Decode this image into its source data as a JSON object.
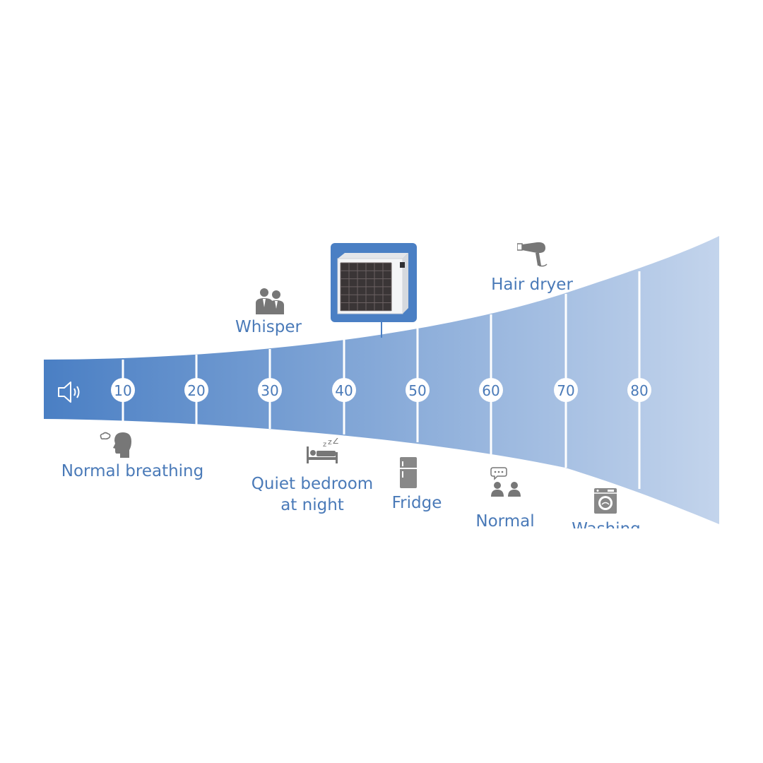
{
  "scale": {
    "ticks": [
      "10",
      "20",
      "30",
      "40",
      "50",
      "60",
      "70",
      "80"
    ],
    "colors": {
      "band_start": "#4a7fc4",
      "band_end": "#c3d4ec",
      "label": "#4a7ab8",
      "product_frame": "#4a7fc4"
    }
  },
  "labels": {
    "normal_breathing": "Normal breathing",
    "whisper": "Whisper",
    "quiet_bedroom_line1": "Quiet bedroom",
    "quiet_bedroom_line2": "at night",
    "fridge": "Fridge",
    "hair_dryer": "Hair dryer",
    "normal_conversation_line1": "Normal",
    "washing_machine_line1": "Washing"
  },
  "icons": [
    "speaker-icon",
    "breathing-head-icon",
    "whisper-people-icon",
    "bed-zzz-icon",
    "fridge-icon",
    "conversation-people-icon",
    "hair-dryer-icon",
    "washing-machine-icon",
    "heat-pump-image"
  ]
}
